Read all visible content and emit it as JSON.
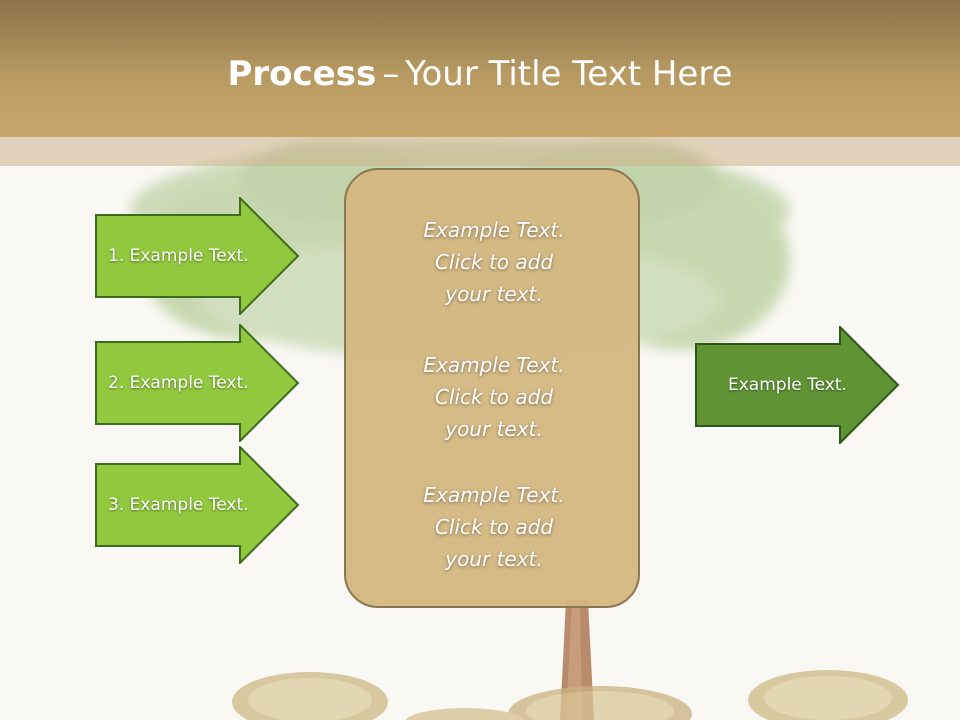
{
  "slide": {
    "title_bold": "Process",
    "title_dash": "–",
    "title_rest": "Your Title Text Here"
  },
  "left_arrows": [
    {
      "label": "1. Example Text."
    },
    {
      "label": "2. Example Text."
    },
    {
      "label": "3. Example Text."
    }
  ],
  "center_box": {
    "blocks": [
      {
        "lines": [
          "Example Text.",
          "Click  to add",
          "your text."
        ]
      },
      {
        "lines": [
          "Example Text.",
          "Click  to add",
          "your text."
        ]
      },
      {
        "lines": [
          "Example Text.",
          "Click  to add",
          "your text."
        ]
      }
    ]
  },
  "right_arrow": {
    "label": "Example Text."
  },
  "colors": {
    "header": "#b89a62",
    "light_green": "#92c83e",
    "dark_green": "#5f9334",
    "box_fill": "#d4b780",
    "coins": "#c8b27e",
    "foliage": "#9fbf7a"
  }
}
